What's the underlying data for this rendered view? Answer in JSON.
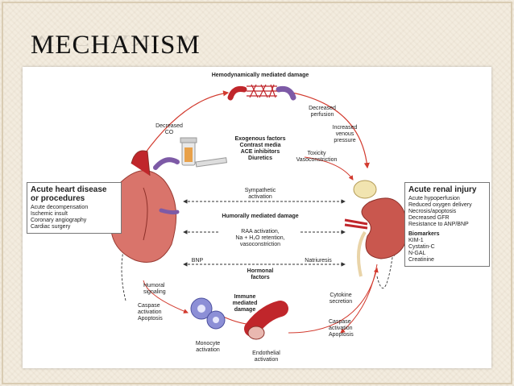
{
  "slide": {
    "title": "MECHANISM"
  },
  "diagram": {
    "top_title": "Hemodynamically mediated damage",
    "decreased_perfusion": [
      "Decreased",
      "perfusion"
    ],
    "increased_venous_pressure": [
      "Increased",
      "venous",
      "pressure"
    ],
    "decreased_co": [
      "Decreased",
      "CO"
    ],
    "exogenous": [
      "Exogenous factors",
      "Contrast media",
      "ACE inhibitors",
      "Diuretics"
    ],
    "toxicity": [
      "Toxicity",
      "Vasoconstriction"
    ],
    "sympathetic": [
      "Sympathetic",
      "activation"
    ],
    "humoral_damage": "Humorally mediated damage",
    "raa": [
      "RAA activation,",
      "Na + H₂O retention,",
      "vasoconstriction"
    ],
    "bnp": "BNP",
    "natriuresis": "Natriuresis",
    "hormonal": [
      "Hormonal",
      "factors"
    ],
    "humoral_signaling": [
      "Humoral",
      "signaling"
    ],
    "immune": [
      "Immune",
      "mediated",
      "damage"
    ],
    "cytokine": [
      "Cytokine",
      "secretion"
    ],
    "caspase_left": [
      "Caspase",
      "activation",
      "Apoptosis"
    ],
    "caspase_right": [
      "Caspase",
      "activation",
      "Apoptosis"
    ],
    "monocyte": [
      "Monocyte",
      "activation"
    ],
    "endothelial": [
      "Endothelial",
      "activation"
    ],
    "heart_box": {
      "heading": [
        "Acute heart disease",
        "or procedures"
      ],
      "items": [
        "Acute decompensation",
        "Ischemic insult",
        "Coronary angiography",
        "Cardiac surgery"
      ]
    },
    "renal_box": {
      "heading": "Acute renal injury",
      "items": [
        "Acute hypoperfusion",
        "Reduced oxygen delivery",
        "Necrosis/apoptosis",
        "Decreased GFR",
        "Resistance to ANP/BNP"
      ],
      "biomarkers_heading": "Biomarkers",
      "biomarkers": [
        "KIM-1",
        "Cystatin-C",
        "N-GAL",
        "Creatinine"
      ]
    },
    "colors": {
      "arrow": "#d23a2e",
      "vessel": "#c0262b",
      "vein": "#7d5aa6",
      "heart": "#d9746b",
      "kidney": "#c9574e",
      "cell": "#8c8fd6"
    }
  }
}
